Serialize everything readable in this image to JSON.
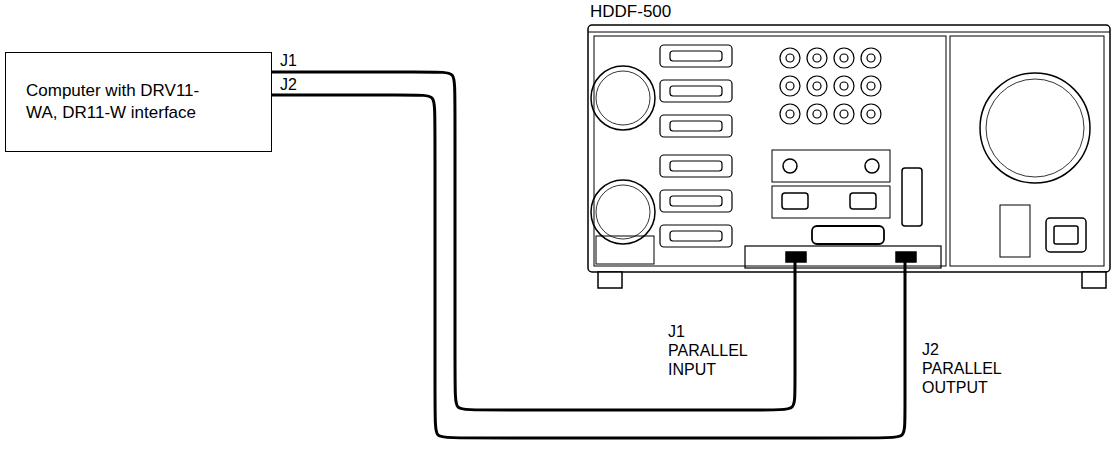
{
  "diagram": {
    "nodes": [
      {
        "text": [
          "Computer with DRV11-WA, DR11-W interface"
        ]
      },
      {
        "text": [
          "HDDF-500"
        ]
      }
    ],
    "edges": [
      {
        "from": 0,
        "to": 1,
        "arrow": "none"
      },
      {
        "from": 0,
        "to": 1,
        "arrow": "none"
      }
    ],
    "labels": [
      "J1",
      "J2",
      "J1 PARALLEL INPUT",
      "J2 PARALLEL OUTPUT"
    ]
  }
}
